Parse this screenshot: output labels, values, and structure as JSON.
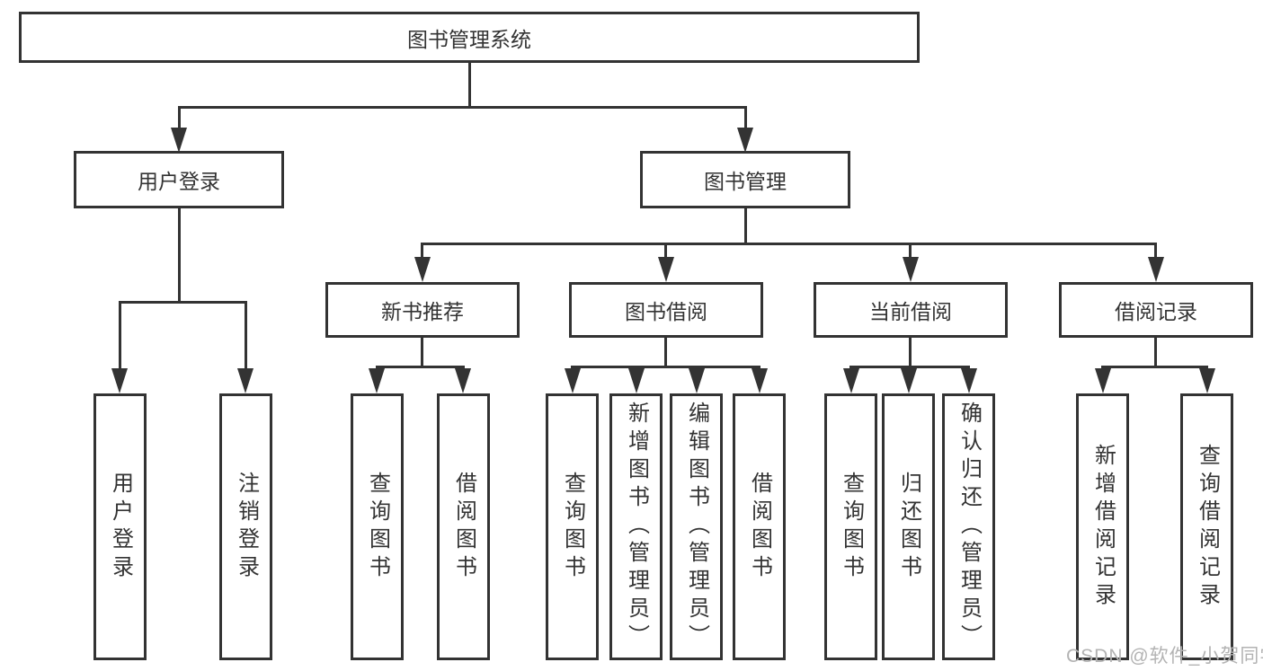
{
  "diagram": {
    "root": "图书管理系统",
    "level2": {
      "user_login": "用户登录",
      "book_management": "图书管理"
    },
    "level3": {
      "new_book_recommend": "新书推荐",
      "book_borrow": "图书借阅",
      "current_borrow": "当前借阅",
      "borrow_record": "借阅记录"
    },
    "leaves": {
      "user_login": "用户登录",
      "logout": "注销登录",
      "nb_query": "查询图书",
      "nb_borrow": "借阅图书",
      "bb_query": "查询图书",
      "bb_add": "新增图书（管理员）",
      "bb_edit": "编辑图书（管理员）",
      "bb_borrow": "借阅图书",
      "cb_query": "查询图书",
      "cb_return": "归还图书",
      "cb_confirm": "确认归还（管理员）",
      "br_add": "新增借阅记录",
      "br_query": "查询借阅记录"
    }
  },
  "watermark": "CSDN @软件_小贺同学",
  "colors": {
    "line": "#333333",
    "text": "#333333",
    "watermark": "#b3b3b3"
  }
}
